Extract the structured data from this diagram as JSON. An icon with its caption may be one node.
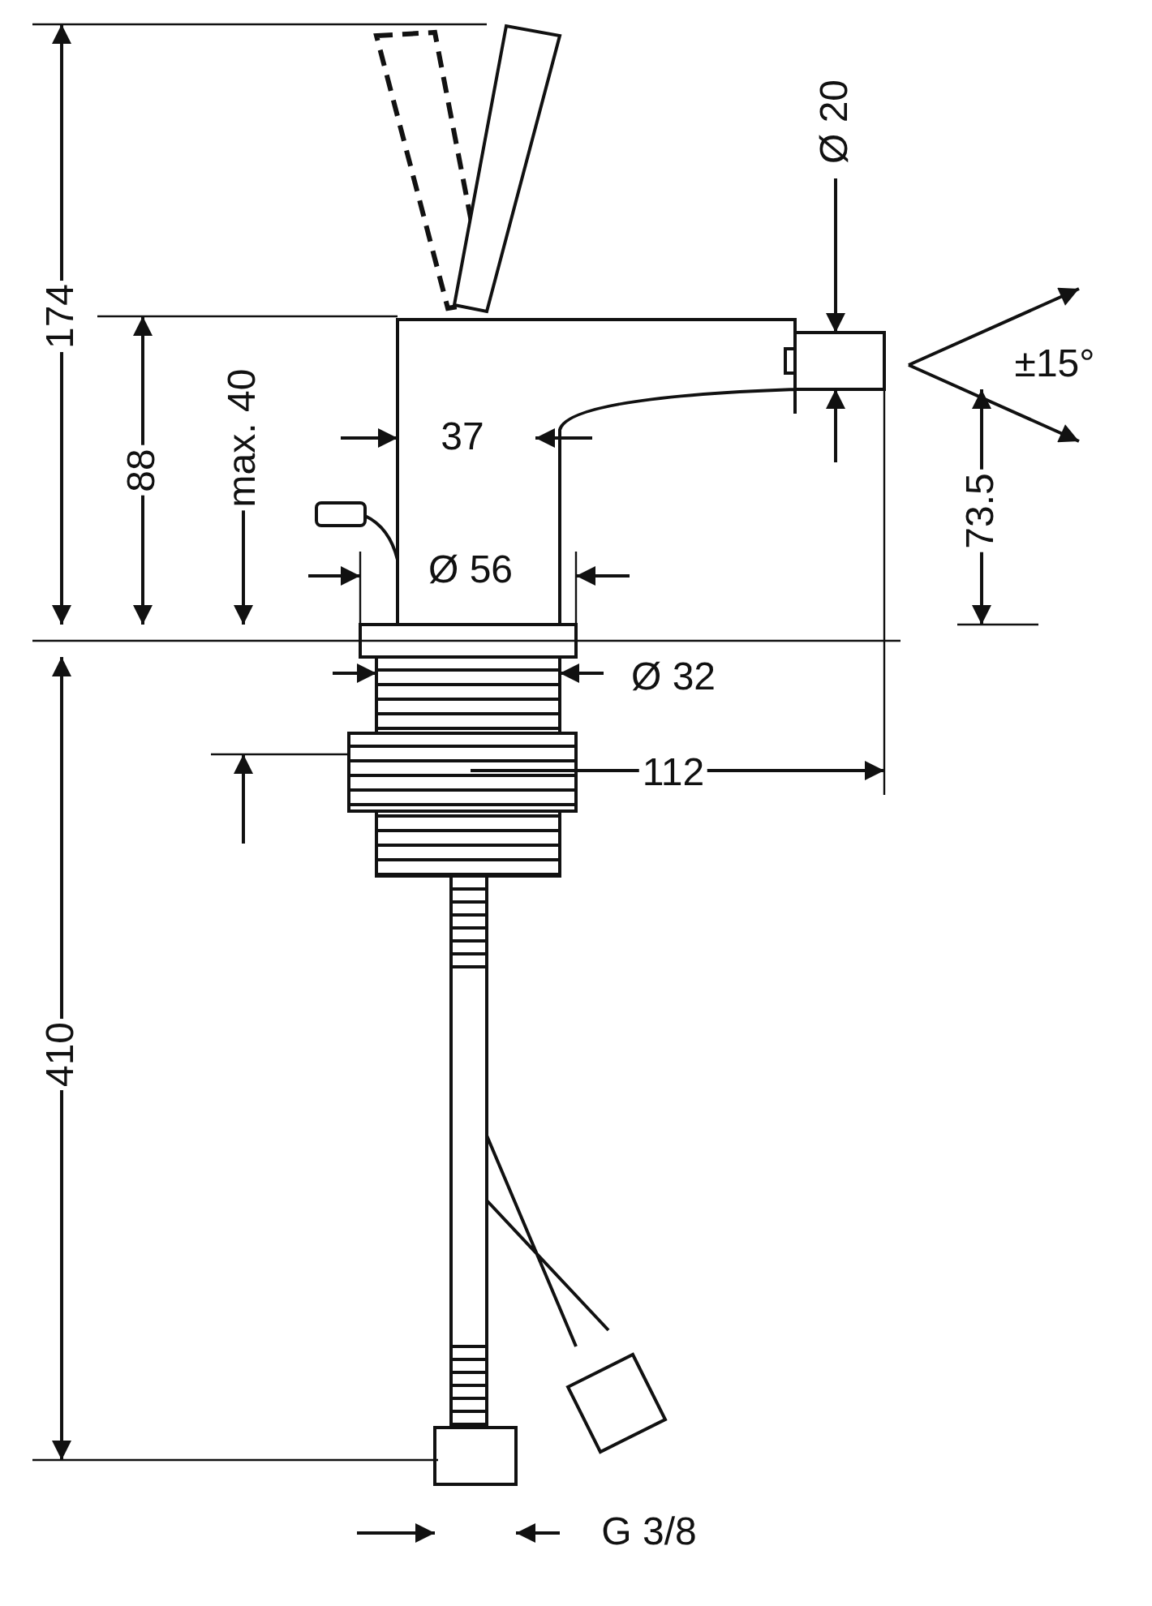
{
  "diagram": {
    "labels": [
      "174",
      "88",
      "max. 40",
      "37",
      "Ø 56",
      "Ø 20",
      "±15°",
      "73.5",
      "Ø 32",
      "112",
      "410",
      "G 3/8"
    ]
  }
}
